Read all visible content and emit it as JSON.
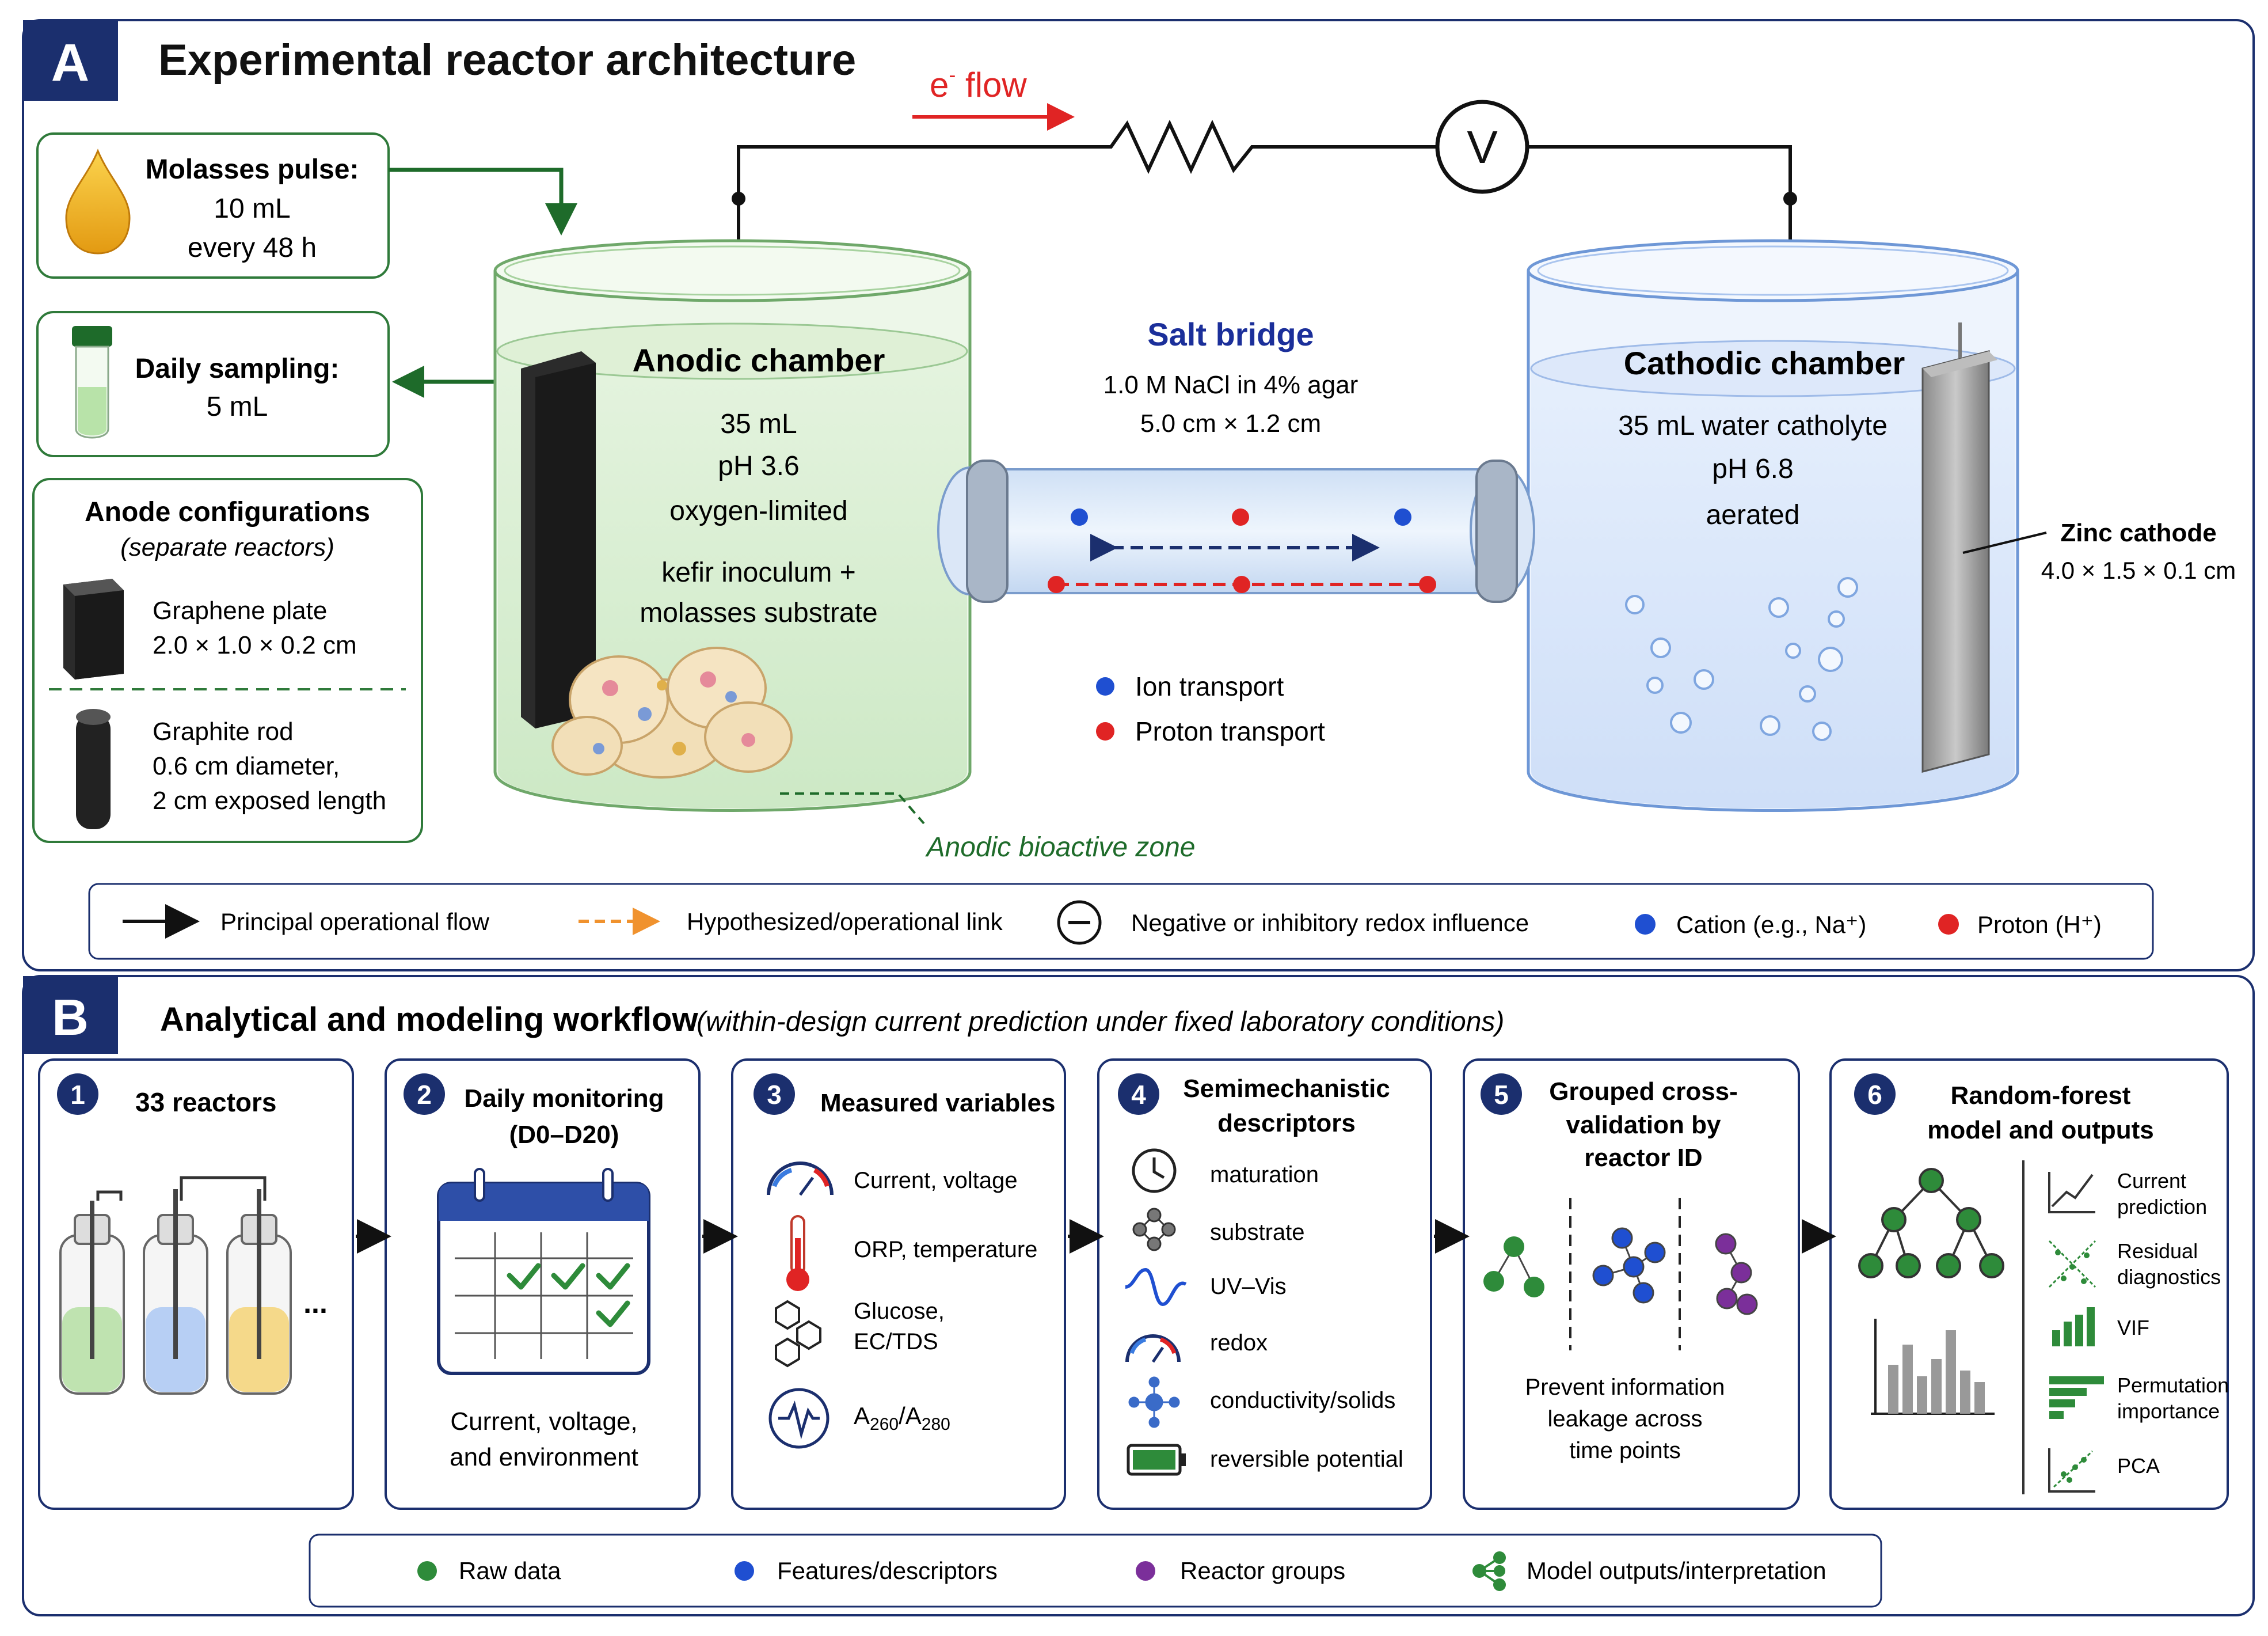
{
  "panel_a": {
    "badge": "A",
    "title": "Experimental reactor architecture",
    "eflow": {
      "label": "e",
      "sup": "-",
      "rest": " flow"
    },
    "voltmeter": "V",
    "molasses": {
      "line1": "Molasses pulse:",
      "line2": "10 mL",
      "line3": "every 48 h"
    },
    "sampling": {
      "line1": "Daily sampling:",
      "line2": "5 mL"
    },
    "anode_configs": {
      "title": "Anode configurations",
      "subtitle": "(separate reactors)",
      "graphene": {
        "name": "Graphene plate",
        "dims": "2.0 × 1.0 × 0.2 cm"
      },
      "graphite": {
        "name": "Graphite rod",
        "line2": "0.6 cm diameter,",
        "line3": "2 cm exposed length"
      }
    },
    "anodic_chamber": {
      "title": "Anodic chamber",
      "l1": "35 mL",
      "l2": "pH 3.6",
      "l3": "oxygen-limited",
      "l4": "kefir inoculum +",
      "l5": "molasses substrate"
    },
    "bioactive_zone": "Anodic bioactive zone",
    "salt_bridge": {
      "title": "Salt bridge",
      "l1": "1.0 M NaCl in 4% agar",
      "l2": "5.0 cm × 1.2 cm"
    },
    "transport_legend": {
      "ion": "Ion transport",
      "proton": "Proton transport"
    },
    "cathodic_chamber": {
      "title": "Cathodic chamber",
      "l1": "35 mL water catholyte",
      "l2": "pH 6.8",
      "l3": "aerated"
    },
    "zinc": {
      "title": "Zinc cathode",
      "dims": "4.0 × 1.5 × 0.1 cm"
    },
    "legend": {
      "principal": "Principal operational flow",
      "hypothesized": "Hypothesized/operational link",
      "negative": "Negative or inhibitory redox influence",
      "cation": "Cation (e.g., Na⁺)",
      "proton": "Proton (H⁺)"
    }
  },
  "panel_b": {
    "badge": "B",
    "title": "Analytical and modeling workflow",
    "subtitle": "(within-design current prediction under fixed laboratory conditions)",
    "steps": [
      {
        "num": "1",
        "title1": "33 reactors",
        "title2": "",
        "ellipsis": "..."
      },
      {
        "num": "2",
        "title1": "Daily monitoring",
        "title2": "(D0–D20)",
        "caption1": "Current, voltage,",
        "caption2": "and environment"
      },
      {
        "num": "3",
        "title1": "Measured variables",
        "items": [
          "Current, voltage",
          "ORP, temperature",
          "Glucose,",
          "EC/TDS"
        ],
        "ratio": {
          "a": "A",
          "a_sub": "260",
          "b": "/A",
          "b_sub": "280"
        }
      },
      {
        "num": "4",
        "title1": "Semimechanistic",
        "title2": "descriptors",
        "items": [
          "maturation",
          "substrate",
          "UV–Vis",
          "redox",
          "conductivity/solids",
          "reversible potential"
        ]
      },
      {
        "num": "5",
        "title1": "Grouped cross-",
        "title2": "validation by",
        "title3": "reactor ID",
        "caption1": "Prevent information",
        "caption2": "leakage across",
        "caption3": "time points"
      },
      {
        "num": "6",
        "title1": "Random-forest",
        "title2": "model and outputs",
        "items": [
          "Current",
          "prediction",
          "Residual",
          "diagnostics",
          "VIF",
          "Permutation",
          "importance",
          "PCA"
        ]
      }
    ],
    "legend": {
      "raw": "Raw data",
      "features": "Features/descriptors",
      "groups": "Reactor groups",
      "outputs": "Model outputs/interpretation"
    }
  },
  "colors": {
    "navy": "#1b2f6e",
    "dark_green": "#1e6b2a",
    "red": "#e02424",
    "orange": "#f0922e",
    "blue_dot": "#1f4fd1",
    "purple_dot": "#7b2f9a",
    "green_dot": "#2e8b3a"
  }
}
